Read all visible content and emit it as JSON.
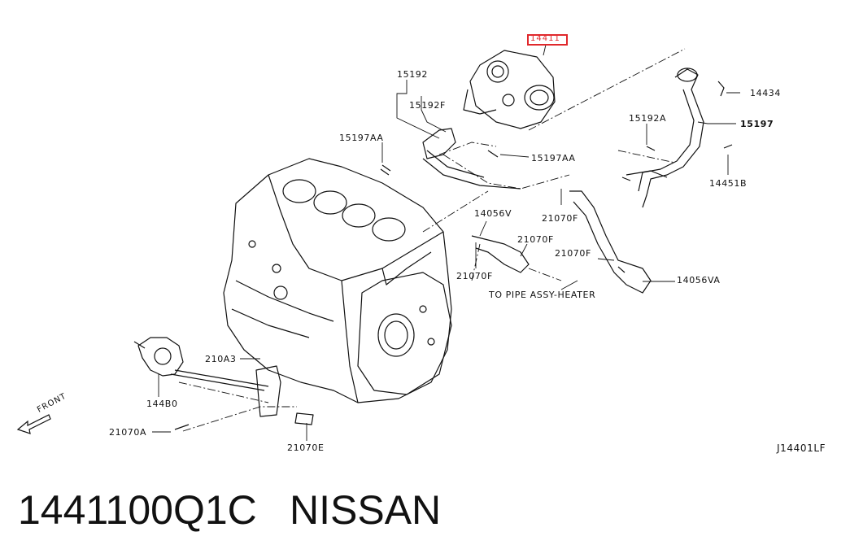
{
  "diagram_id": "J14401LF",
  "highlight_label": "14411",
  "front_label": "FRONT",
  "note": "TO PIPE ASSY-HEATER",
  "labels": {
    "p15192": "15192",
    "p15192F": "15192F",
    "p15197AA_left": "15197AA",
    "p15197AA_right": "15197AA",
    "p14434": "14434",
    "p15192A": "15192A",
    "p15197": "15197",
    "p14451B": "14451B",
    "p14056V": "14056V",
    "p21070F_a": "21070F",
    "p21070F_b": "21070F",
    "p21070F_c": "21070F",
    "p21070F_d": "21070F",
    "p14056VA": "14056VA",
    "p210A3": "210A3",
    "p144B0": "144B0",
    "p21070A": "21070A",
    "p21070E": "21070E"
  },
  "footer": {
    "part_number": "1441100Q1C",
    "brand": "NISSAN"
  }
}
